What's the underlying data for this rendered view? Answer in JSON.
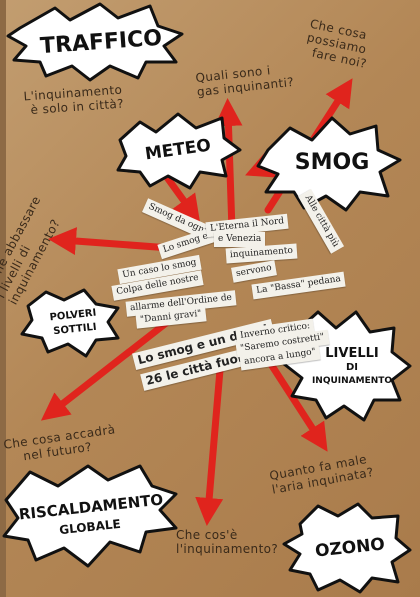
{
  "colors": {
    "board": "#b48b5e",
    "arrow": "#e0241d",
    "burst_fill": "#ffffff",
    "burst_stroke": "#111111",
    "ink": "#3a2a1a"
  },
  "bursts": {
    "traffico": "TRAFFICO",
    "meteo": "METEO",
    "smog": "SMOG",
    "polveri_1": "POLVERI",
    "polveri_2": "SOTTILI",
    "livelli_1": "LIVELLI",
    "livelli_2": "DI",
    "livelli_3": "INQUINAMENTO",
    "riscaldamento_1": "RISCALDAMENTO",
    "riscaldamento_2": "GLOBALE",
    "ozono": "OZONO"
  },
  "questions": {
    "solo_citta_1": "L'inquinamento",
    "solo_citta_2": "è solo in città?",
    "gas_1": "Quali sono i",
    "gas_2": "gas inquinanti?",
    "possiamo_1": "Che cosa possiamo",
    "possiamo_2": "fare noi?",
    "abbassare_1": "Come abbassare",
    "abbassare_2": "i livelli di inquinamento?",
    "futuro_1": "Che cosa accadrà",
    "futuro_2": "nel futuro?",
    "male_1": "Quanto fa male",
    "male_2": "l'aria inquinata?",
    "cose_1": "Che cos'è",
    "cose_2": "l'inquinamento?"
  },
  "clippings": {
    "c1": "Smog da ogni",
    "c2": "Lo smog e l'e",
    "c3": "L'Eterna il Nord",
    "c4": "e Venezia",
    "c5": "inquinamento",
    "c6": "Alle città più",
    "c7": "Un caso lo smog",
    "c8": "Colpa delle nostre",
    "c9": "servono",
    "c10": "allarme dell'Ordine de",
    "c11": "\"Danni gravi\"",
    "c12": "La \"Bassa\" pedana",
    "c13": "Lo smog e un disast",
    "c14": "26 le città fuorilegge",
    "c15": "Inverno critico:",
    "c16": "\"Saremo costretti\"",
    "c17": "ancora a lungo\""
  }
}
